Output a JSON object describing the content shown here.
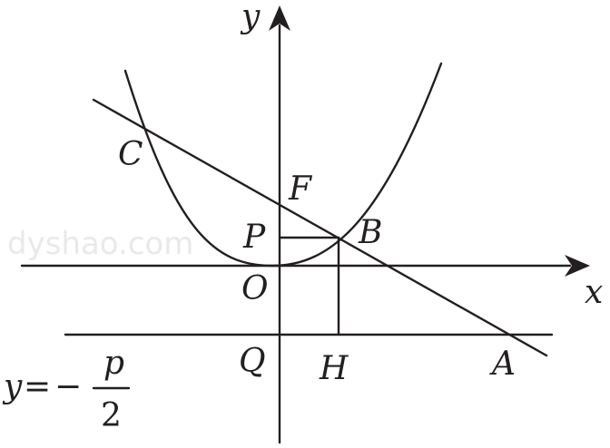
{
  "labels": {
    "y_axis": "y",
    "x_axis": "x",
    "point_c": "C",
    "point_f": "F",
    "point_b": "B",
    "point_p": "P",
    "point_o": "O",
    "point_q": "Q",
    "point_h": "H",
    "point_a": "A"
  },
  "directrix_equation": {
    "lhs": "y",
    "equals": "=",
    "minus": "−",
    "numerator": "p",
    "denominator": "2"
  },
  "watermark": "dyshao.com"
}
